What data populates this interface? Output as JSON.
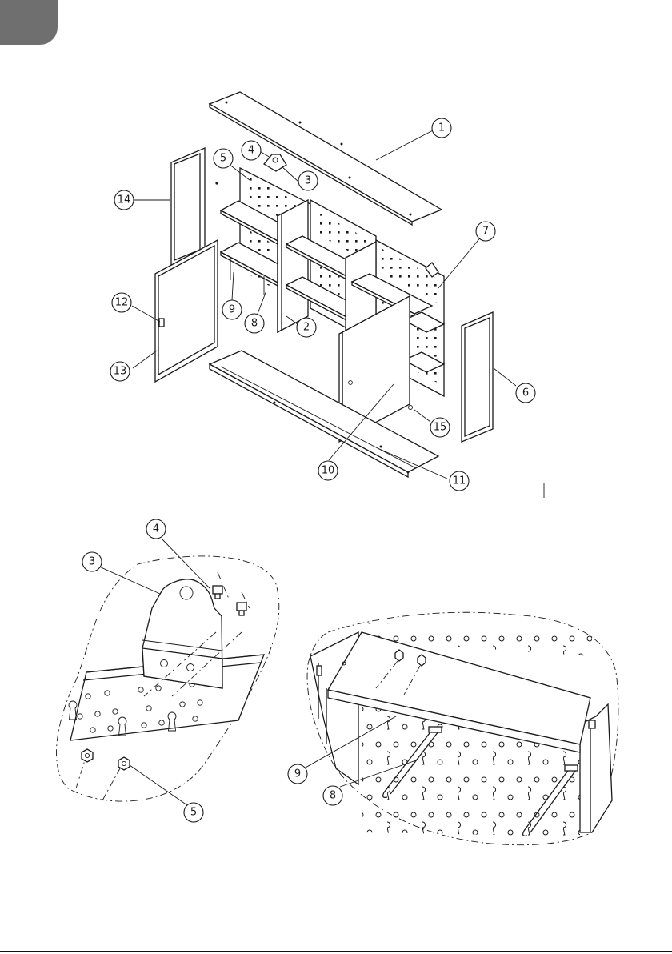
{
  "diagram": {
    "exploded_view": {
      "callouts": [
        "1",
        "2",
        "3",
        "4",
        "5",
        "6",
        "7",
        "8",
        "9",
        "10",
        "11",
        "12",
        "13",
        "14",
        "15"
      ]
    },
    "detail_bracket": {
      "callouts": [
        "3",
        "4",
        "5"
      ]
    },
    "detail_shelf": {
      "callouts": [
        "9",
        "8"
      ]
    }
  }
}
